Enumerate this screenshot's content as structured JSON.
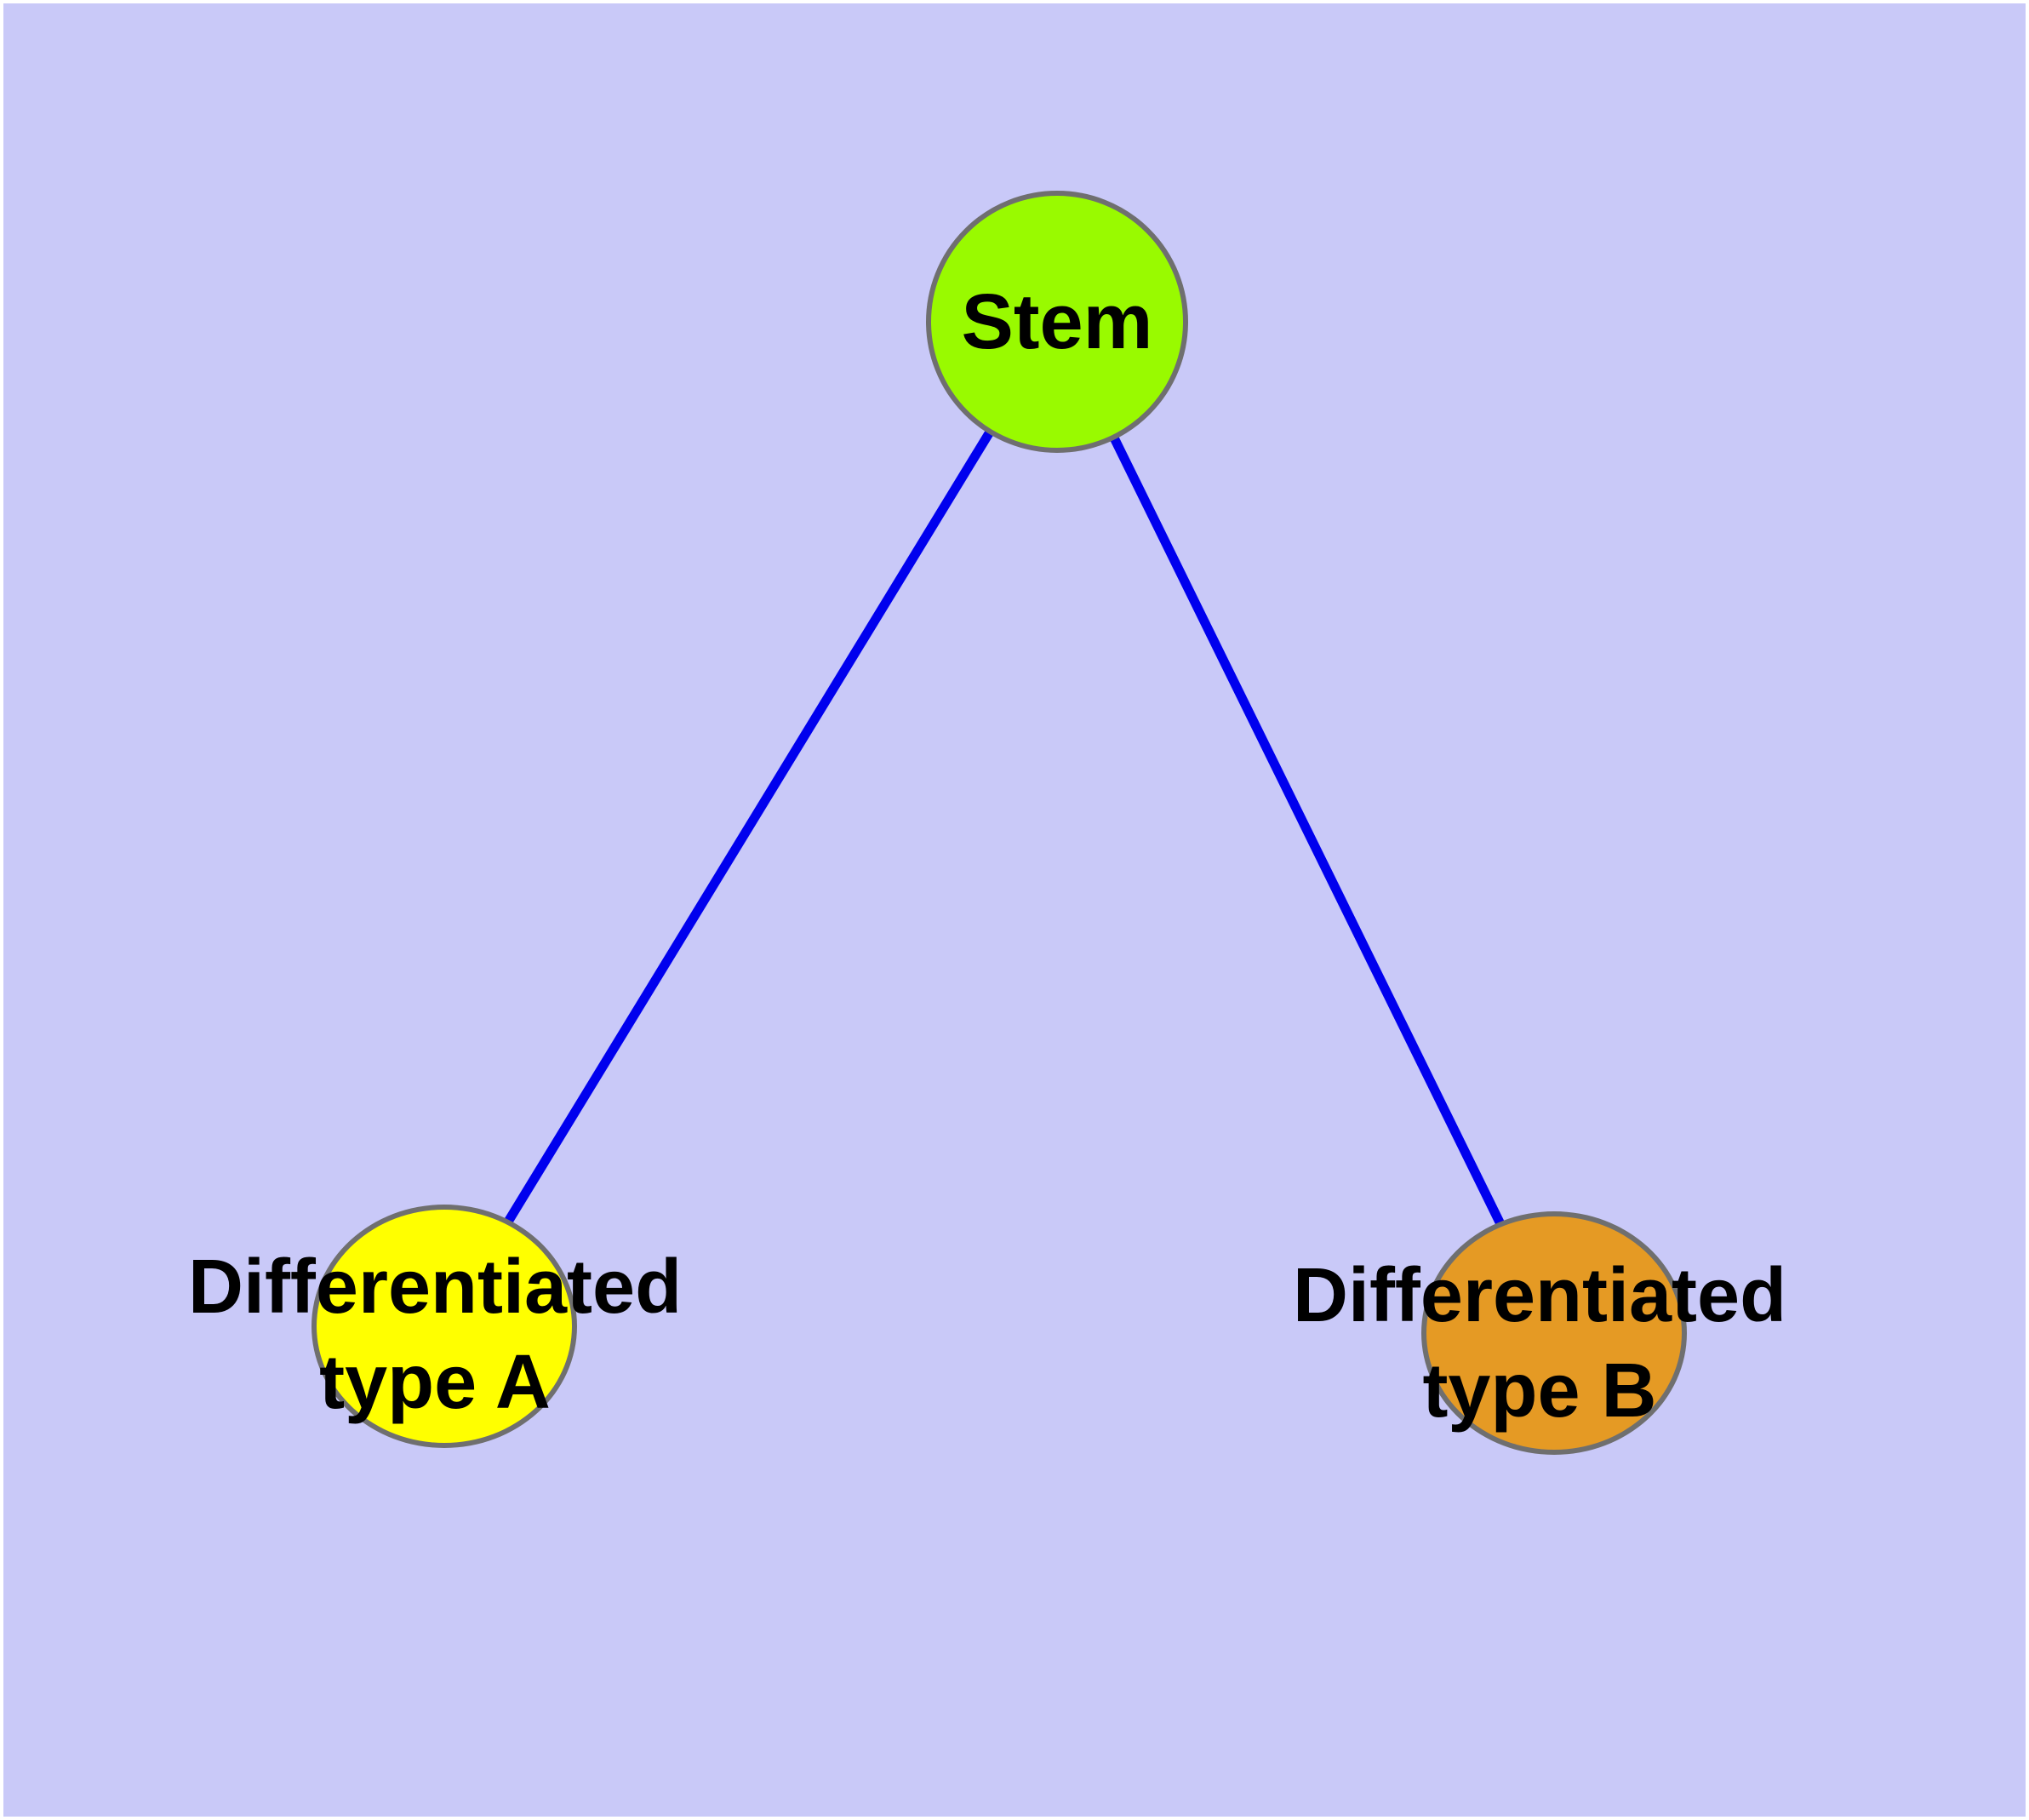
{
  "diagram": {
    "background_color": "#C9C9F8",
    "page_margin_color": "#FFFFFF",
    "edge_color": "#0000EE",
    "node_border_color": "#6F6F6F",
    "text_color": "#000000",
    "nodes": [
      {
        "id": "stem",
        "label": "Stem",
        "fill": "#99FA00"
      },
      {
        "id": "differentiated-type-a",
        "label": "Differentiated type A",
        "label_lines": [
          "Differentiated",
          "type A"
        ],
        "fill": "#FFFF00"
      },
      {
        "id": "differentiated-type-b",
        "label": "Differentiated type B",
        "label_lines": [
          "Differentiated",
          "type B"
        ],
        "fill": "#E59A24"
      }
    ],
    "edges": [
      {
        "from": "Stem",
        "to": "Differentiated type A"
      },
      {
        "from": "Stem",
        "to": "Differentiated type B"
      }
    ]
  }
}
